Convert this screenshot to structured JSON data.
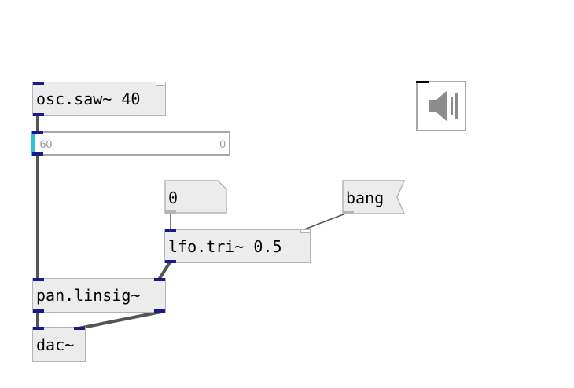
{
  "objects": {
    "osc": {
      "text": "osc.saw~ 40"
    },
    "lfo": {
      "text": "lfo.tri~ 0.5"
    },
    "pan": {
      "text": "pan.linsig~"
    },
    "dac": {
      "text": "dac~"
    }
  },
  "slider": {
    "min_label": "-60",
    "max_label": "0"
  },
  "number_box": {
    "value": "0"
  },
  "message": {
    "text": "bang"
  },
  "speaker": {
    "icon": "speaker-icon"
  },
  "colors": {
    "box_bg": "#ececec",
    "box_border": "#b4b4b4",
    "port": "#1a1a8c",
    "cable": "#555555",
    "slider_knob": "#2ec4d6"
  }
}
